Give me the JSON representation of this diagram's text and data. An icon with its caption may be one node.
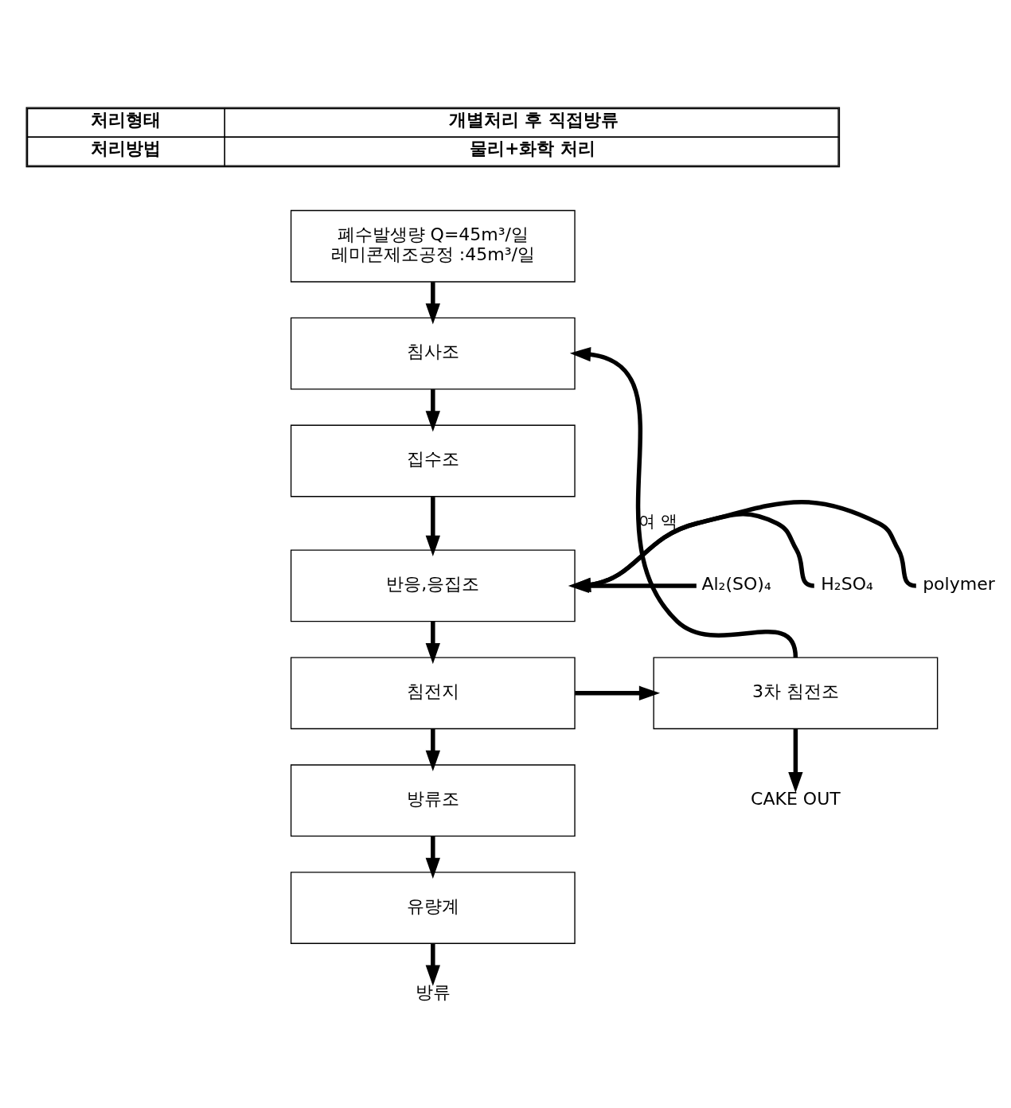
{
  "diagram": {
    "nodes": [
      {
        "text": [
          "폐수발생량 Q=45m³/일",
          "레미콘제조공정 :45m³/일"
        ]
      },
      {
        "text": [
          "침사조"
        ]
      },
      {
        "text": [
          "집수조"
        ]
      },
      {
        "text": [
          "반응,응집조"
        ]
      },
      {
        "text": [
          "침전지"
        ]
      },
      {
        "text": [
          "방류조"
        ]
      },
      {
        "text": [
          "유량계"
        ]
      },
      {
        "text": [
          "방류"
        ]
      },
      {
        "text": [
          "3차 침전조"
        ]
      },
      {
        "text": [
          "CAKE OUT"
        ]
      },
      {
        "text": [
          "Al₂(SO)₄"
        ]
      },
      {
        "text": [
          "H₂SO₄"
        ]
      },
      {
        "text": [
          "polymer"
        ]
      }
    ],
    "edges": [
      {
        "from": 0,
        "to": 1,
        "arrow": "to"
      },
      {
        "from": 1,
        "to": 2,
        "arrow": "to"
      },
      {
        "from": 2,
        "to": 3,
        "arrow": "to"
      },
      {
        "from": 3,
        "to": 4,
        "arrow": "to"
      },
      {
        "from": 4,
        "to": 5,
        "arrow": "to"
      },
      {
        "from": 5,
        "to": 6,
        "arrow": "to"
      },
      {
        "from": 6,
        "to": 7,
        "arrow": "to"
      },
      {
        "from": 4,
        "to": 8,
        "arrow": "to"
      },
      {
        "from": 8,
        "to": 1,
        "arrow": "to",
        "label": "여 액"
      },
      {
        "from": 8,
        "to": 9,
        "arrow": "to"
      },
      {
        "from": 10,
        "to": 3,
        "arrow": "to"
      },
      {
        "from": 11,
        "to": 3,
        "arrow": "to"
      },
      {
        "from": 12,
        "to": 3,
        "arrow": "to"
      }
    ],
    "labels": [
      "처리형태",
      "개별처리 후 직접방류",
      "처리방법",
      "물리+화학 처리"
    ]
  }
}
